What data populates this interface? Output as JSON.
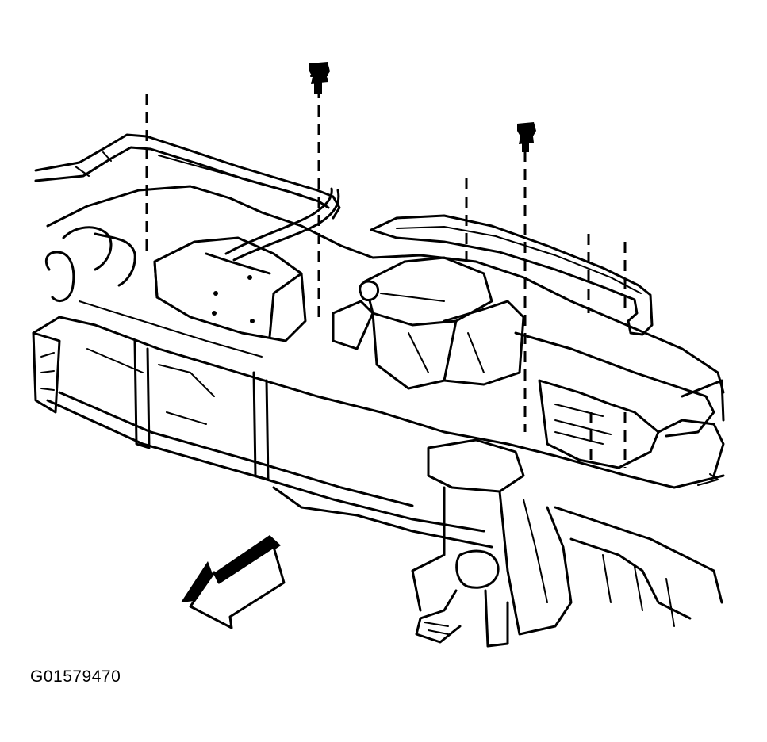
{
  "figure": {
    "code": "G01579470"
  },
  "parts": [
    {
      "id": "left-retainer-bracket",
      "icon": "bracket-strip"
    },
    {
      "id": "right-retainer-bracket",
      "icon": "bracket-strip"
    },
    {
      "id": "left-bolt",
      "icon": "bolt"
    },
    {
      "id": "right-bolt",
      "icon": "bolt"
    },
    {
      "id": "front-direction-arrow",
      "icon": "arrow"
    }
  ],
  "colors": {
    "line": "#000000",
    "background": "#ffffff"
  }
}
